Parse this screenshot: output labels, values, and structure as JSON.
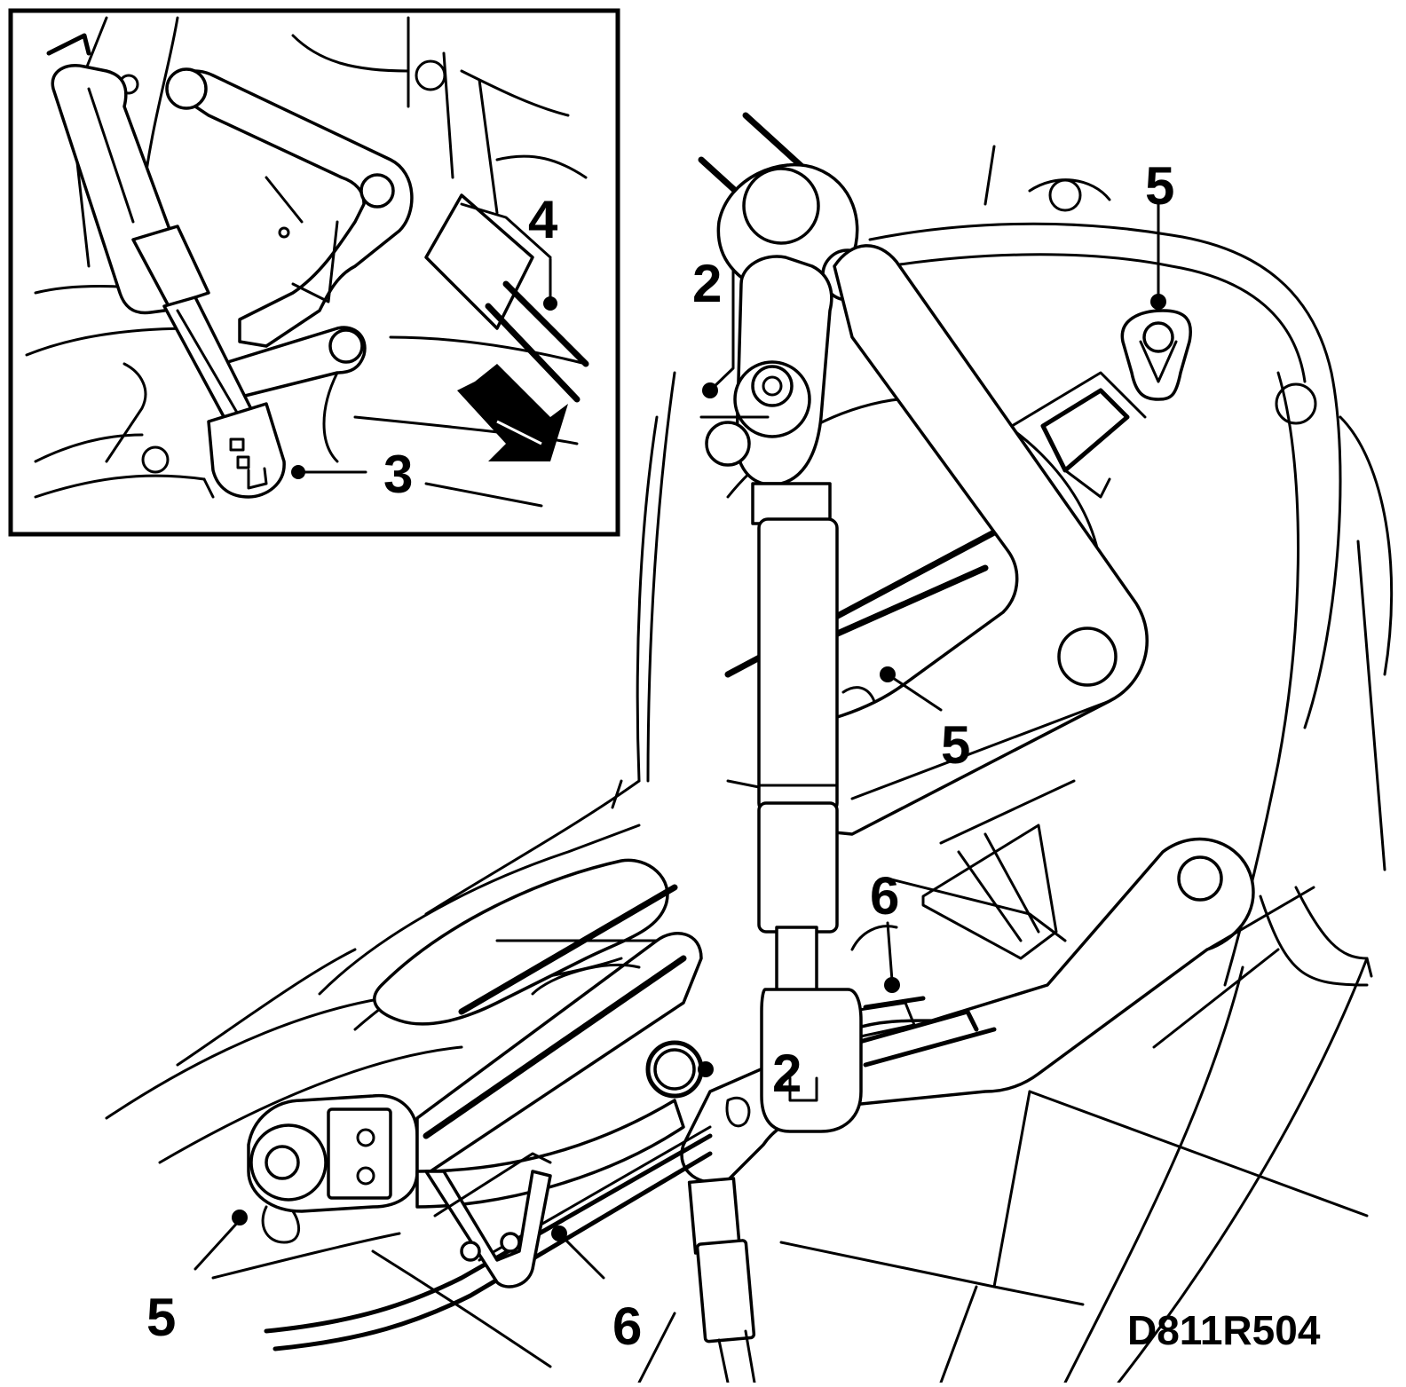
{
  "figure": {
    "reference_code": "D811R504",
    "inset_labels": {
      "gas_strut_end": "3",
      "bracket": "4"
    },
    "main_labels": {
      "strut_top_pivot": "2",
      "strut_bottom_pivot": "2",
      "clip_top_right": "5",
      "clip_middle": "5",
      "clip_bottom_left": "5",
      "cable_upper": "6",
      "cable_lower": "6"
    }
  }
}
